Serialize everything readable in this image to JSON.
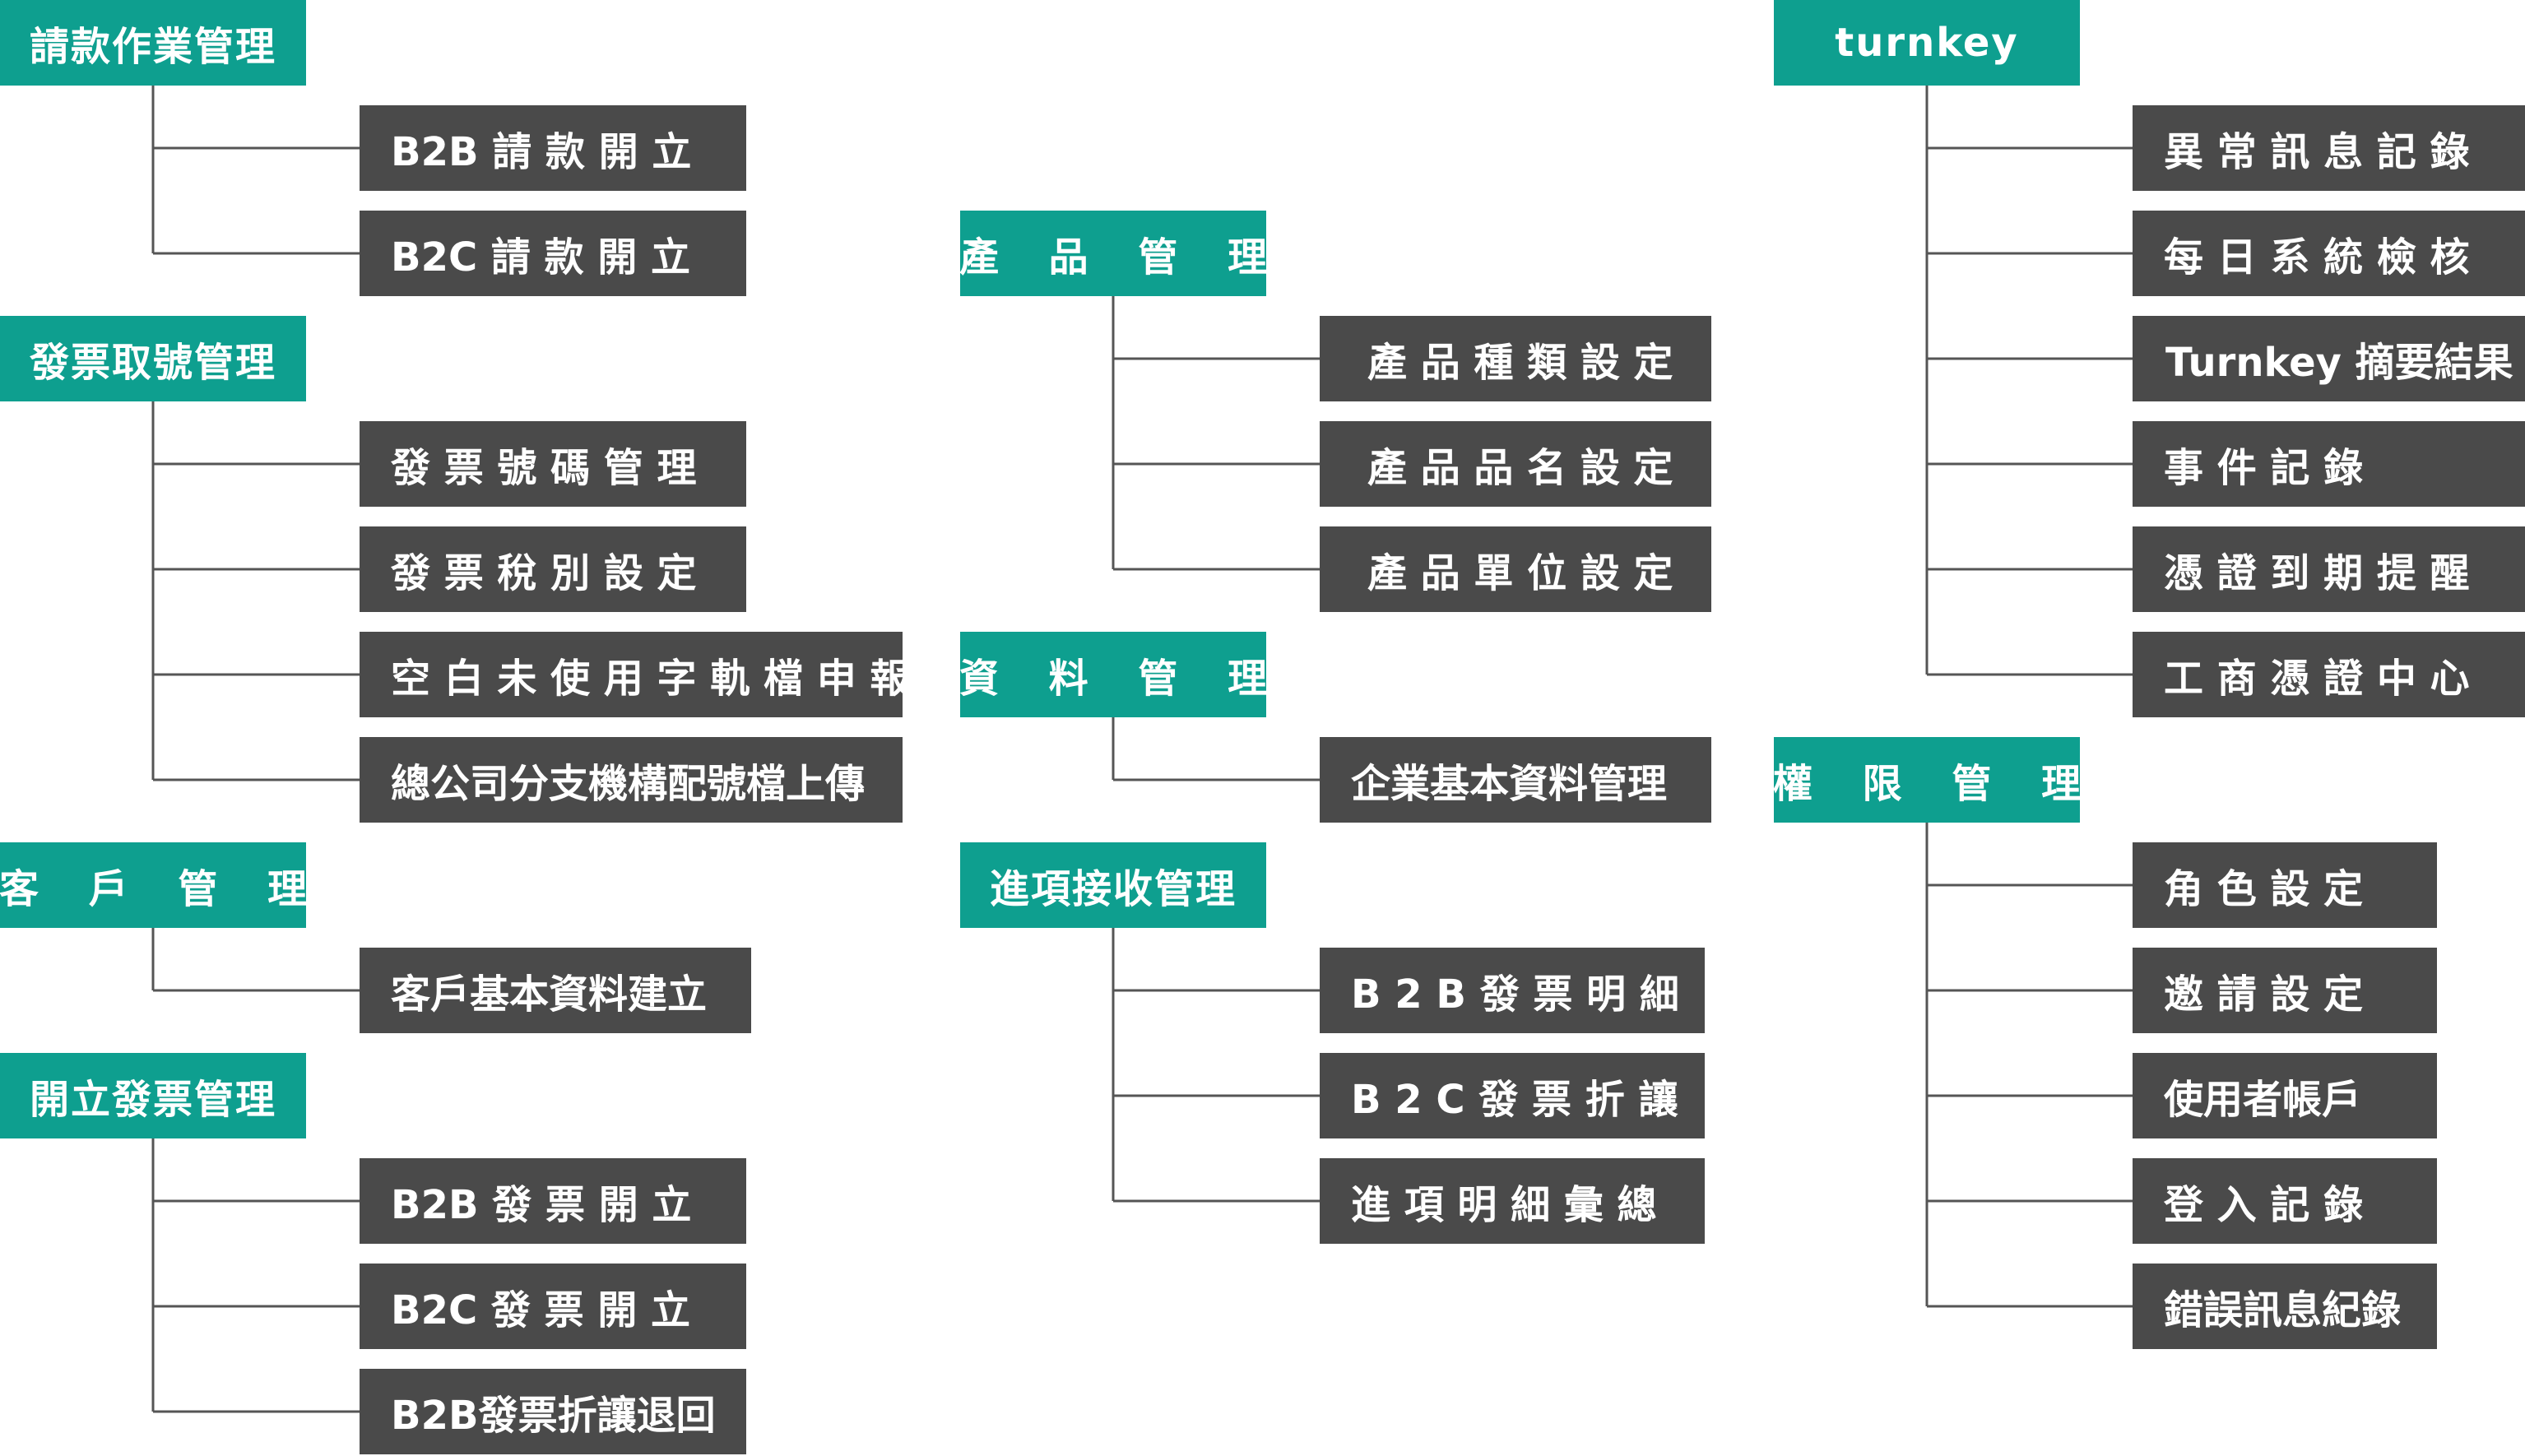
{
  "columns": [
    {
      "groups": [
        {
          "title": "請款作業管理",
          "items": [
            "B2B 請 款 開 立",
            "B2C 請 款 開 立"
          ]
        },
        {
          "title": "發票取號管理",
          "items": [
            "發 票 號 碼 管 理",
            "發 票 稅 別 設 定",
            "空 白 未 使 用 字 軌 檔 申 報",
            "總公司分支機構配號檔上傳"
          ]
        },
        {
          "title": "客 戶 管 理",
          "items": [
            "客戶基本資料建立"
          ]
        },
        {
          "title": "開立發票管理",
          "items": [
            "B2B 發 票 開 立",
            "B2C 發 票 開 立",
            "B2B發票折讓退回"
          ]
        }
      ]
    },
    {
      "groups": [
        {
          "title": "產 品 管 理",
          "items": [
            "產 品 種 類 設 定",
            "產 品 品 名 設 定",
            "產 品 單 位 設 定"
          ]
        },
        {
          "title": "資 料 管 理",
          "items": [
            "企業基本資料管理"
          ]
        },
        {
          "title": "進項接收管理",
          "items": [
            "B 2 B 發 票 明 細",
            "B 2 C 發 票 折 讓",
            "進 項 明 細 彙 總"
          ]
        }
      ]
    },
    {
      "groups": [
        {
          "title": "turnkey",
          "items": [
            "異 常 訊 息 記 錄",
            "每 日 系 統 檢 核",
            "Turnkey 摘要結果",
            "事 件 記 錄",
            "憑 證 到 期 提 醒",
            "工 商 憑 證 中 心"
          ]
        },
        {
          "title": "權 限 管 理",
          "items": [
            "角 色 設 定",
            "邀 請 設 定",
            "使用者帳戶",
            "登 入 記 錄",
            "錯誤訊息紀錄"
          ]
        }
      ]
    }
  ],
  "colors": {
    "category": "#0e9f8f",
    "item": "#4a4a4a",
    "connector": "#555555",
    "text": "#ffffff"
  }
}
